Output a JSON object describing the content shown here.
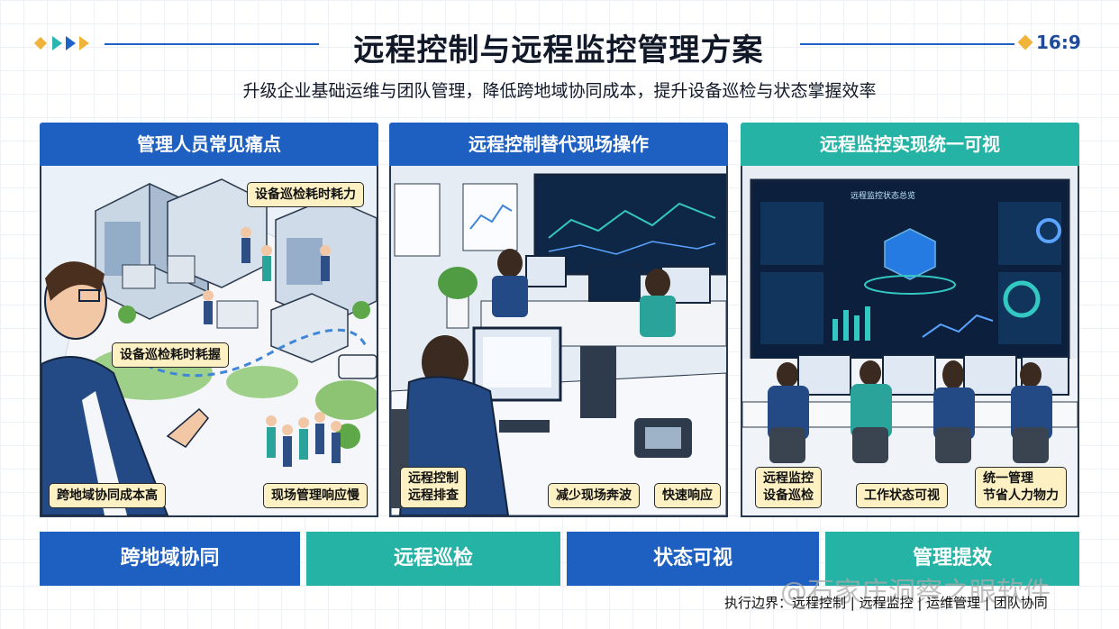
{
  "header": {
    "title": "远程控制与远程监控管理方案",
    "ratio": "16:9",
    "subtitle": "升级企业基础运维与团队管理，降低跨地域协同成本，提升设备巡检与状态掌握效率"
  },
  "colors": {
    "blue": "#1e5fc2",
    "teal": "#25b3a6",
    "tag_bg": "#fdf1c4",
    "accent_gold": "#f0b43a"
  },
  "panels": [
    {
      "title": "管理人员常见痛点",
      "tags": [
        "设备巡检耗时耗力",
        "设备巡检耗时耗握",
        "跨地域协同成本高",
        "现场管理响应慢"
      ]
    },
    {
      "title": "远程控制替代现场操作",
      "tags": [
        [
          "远程控制",
          "远程排查"
        ],
        "减少现场奔波",
        "快速响应"
      ]
    },
    {
      "title": "远程监控实现统一可视",
      "screen_title": "远程监控状态总览",
      "tags": [
        [
          "远程监控",
          "设备巡检"
        ],
        "工作状态可视",
        [
          "统一管理",
          "节省人力物力"
        ]
      ]
    }
  ],
  "bottom_bar": [
    "跨地域协同",
    "远程巡检",
    "状态可视",
    "管理提效"
  ],
  "footer": "执行边界：远程控制 | 远程监控 | 运维管理 | 团队协同",
  "watermark": "@石家庄洞察之眼软件",
  "icons": [
    "gold-diamond-icon",
    "teal-arrow-icon",
    "blue-arrow-icon",
    "gold-arrow-icon"
  ]
}
